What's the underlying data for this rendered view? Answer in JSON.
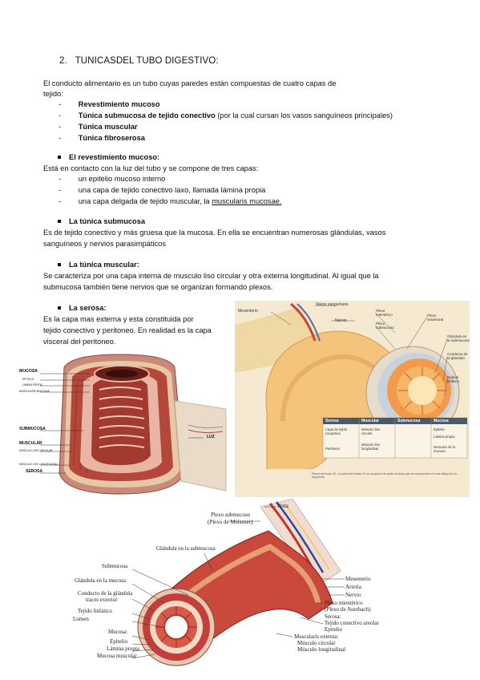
{
  "heading": {
    "number": "2.",
    "title": "TUNICASDEL TUBO DIGESTIVO:"
  },
  "intro": {
    "line1": "El conducto alimentario es un tubo cuyas paredes están compuestas de cuatro capas de",
    "line2": "tejido:"
  },
  "layers": [
    {
      "bold": "Revestimiento mucoso",
      "rest": ""
    },
    {
      "bold": "Túnica submucosa de tejido conectivo",
      "rest": " (por la cual cursan los vasos sanguíneos principales)"
    },
    {
      "bold": "Túnica muscular",
      "rest": ""
    },
    {
      "bold": "Túnica fibroserosa",
      "rest": ""
    }
  ],
  "mucoso": {
    "title": "El revestimiento mucoso:",
    "text": "Está en contacto con la luz del tubo y se compone de tres capas:",
    "items": [
      "un epitelio mucoso interno",
      "una capa de tejido conectivo laxo, llamada lámina propia"
    ],
    "item3_pre": "una capa delgada de tejido muscular, la ",
    "item3_link": "muscularis mucosae."
  },
  "submucosa": {
    "title": "La túnica submucosa",
    "line1": "Es de tejido conectivo y más gruesa que la mucosa. En ella se encuentran numerosas glándulas, vasos",
    "line2": "sanguíneos y nervios parasimpáticos"
  },
  "muscular": {
    "title": "La túnica muscular:",
    "line1": "Se caracteriza por una capa interna de musculo liso circular y otra externa longitudinal. Al igual que la",
    "line2": "submucosa también tiene nervios que se organizan formando plexos."
  },
  "serosa": {
    "title": "La serosa:",
    "line1": "Es la capa mas externa y esta constituida por",
    "line2": "tejido conectivo y peritoneo. En realidad es la capa",
    "line3": "visceral del peritoneo."
  },
  "fig_left": {
    "mucosa": "MUCOSA",
    "epitelio": "EPITELIO",
    "lamina": "LÁMINA PROPIA",
    "muscularis": "MUSCULARIS MUCOSAE",
    "submucosa": "SUBMUCOSA",
    "muscular": "MUSCULAR",
    "circular": "MÚSCULO LISO CIRCULAR",
    "longitudinal": "MÚSCULO LISO LONGITUDINAL",
    "serosa": "SEROSA",
    "luz": "LUZ"
  },
  "fig_right": {
    "vasos": "Vasos sanguíneos",
    "mesenterio": "Mesenterio",
    "nervio": "Nervio",
    "plexo_mient": "Plexo mientérico",
    "plexo_intramural": "Plexo intramural",
    "plexo_sub": "Plexo submucoso",
    "glandula": "Glándula en la submucosa",
    "conducto": "Conducto de la glándula",
    "nodulo": "Nódulo linfático",
    "col_serosa": "Serosa",
    "col_muscular": "Muscular",
    "col_submucosa": "Submucosa",
    "col_mucosa": "Mucosa",
    "serosa_items": [
      "Capa de tejido conjuntivo",
      "Peritoneo"
    ],
    "muscular_items": [
      "Músculo liso circular",
      "Músculo liso longitudinal"
    ],
    "mucosa_items": [
      "Epitelio",
      "Lámina propia",
      "Muscular de la mucosa"
    ],
    "caption": "Pared del tracto GI. La pared del tracto GI se compone de cuatro túnicas que se representan en este dibujo de un segmento."
  },
  "fig_bottom": {
    "vena": "Vena",
    "plexo_sub": "Plexo submucoso",
    "plexo_sub2": "(Plexo de Meissner)",
    "glandula_sub": "Glándula en la submucosa",
    "submucosa": "Submucosa",
    "glandula_mucosa": "Glándula en la mucosa",
    "conducto1": "Conducto de la glándula",
    "conducto2": "tracto exterior",
    "tejido_linf": "Tejido linfático",
    "lumen": "Lumen",
    "mucosa": "Mucosa:",
    "epitelio": "Epitelio",
    "lamina": "Lámina propia",
    "musc_mucosa": "Mucosa muscular",
    "mesenterio": "Mesenterio",
    "arteria": "Arteria",
    "nervio": "Nervio",
    "plexo_mient": "Plexo mientérico",
    "plexo_mient2": "(Plexo de Auerbach)",
    "serosa": "Serosa:",
    "tejido_areolar": "Tejido conectivo areolar",
    "epitelio2": "Epitelio",
    "musc_externa": "Muscularis externa:",
    "circular": "Músculo circular",
    "longitudinal": "Músculo longitudinal"
  }
}
